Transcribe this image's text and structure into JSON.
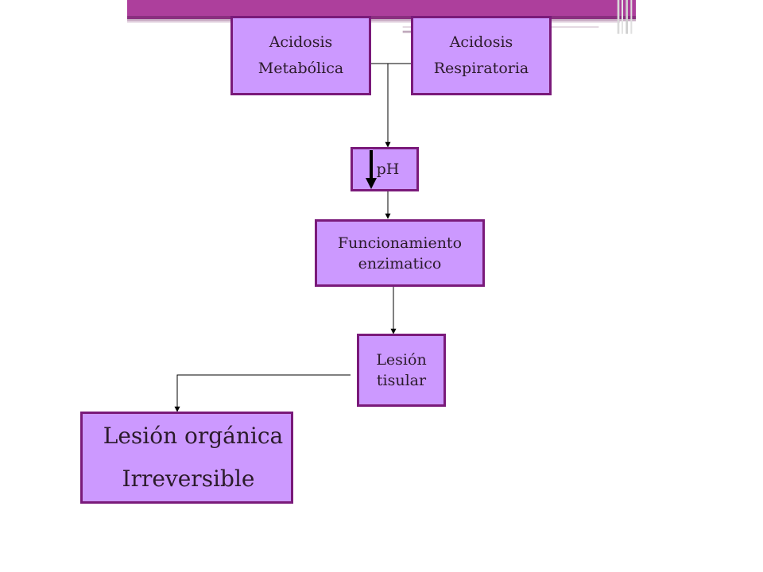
{
  "colors": {
    "box_fill": "#cc99ff",
    "box_border": "#7a1a7a",
    "header_band": "#ad3f9c",
    "connector": "#000000"
  },
  "diagram": {
    "acidosis_metabolica": {
      "line1": "Acidosis",
      "line2": "Metabólica"
    },
    "acidosis_respiratoria": {
      "line1": "Acidosis",
      "line2": "Respiratoria"
    },
    "ph": {
      "label": "pH",
      "arrow": "down-arrow-icon"
    },
    "funcionamiento": {
      "line1": "Funcionamiento",
      "line2": "enzimatico"
    },
    "lesion_tisular": {
      "line1": "Lesión",
      "line2": "tisular"
    },
    "lesion_organica": {
      "line1": "Lesión orgánica",
      "line2": "Irreversible"
    }
  }
}
